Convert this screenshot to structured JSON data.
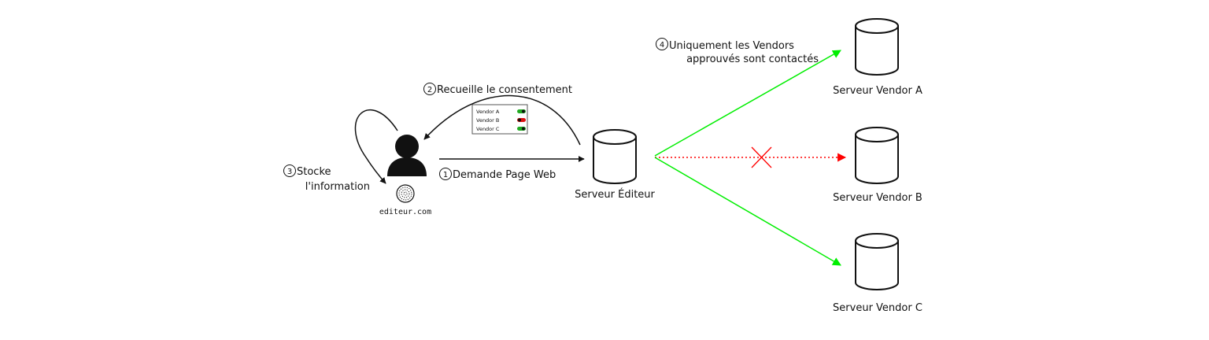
{
  "steps": {
    "step1": {
      "marker": "1",
      "label": "Demande Page Web"
    },
    "step2": {
      "marker": "2",
      "label": "Recueille le consentement"
    },
    "step3": {
      "marker": "3",
      "line1": "Stocke",
      "line2": "l'information"
    },
    "step4": {
      "marker": "4",
      "line1": "Uniquement les Vendors",
      "line2": "approuvés sont contactés"
    }
  },
  "user": {
    "domain": "editeur.com"
  },
  "publisher": {
    "label": "Serveur Éditeur"
  },
  "consent_panel": {
    "rows": [
      {
        "vendor": "Vendor A",
        "toggle": "on"
      },
      {
        "vendor": "Vendor B",
        "toggle": "off"
      },
      {
        "vendor": "Vendor C",
        "toggle": "on"
      }
    ]
  },
  "vendors": [
    {
      "label": "Serveur Vendor A",
      "status": "approved"
    },
    {
      "label": "Serveur Vendor B",
      "status": "blocked"
    },
    {
      "label": "Serveur Vendor C",
      "status": "approved"
    }
  ],
  "colors": {
    "approved": "#00ee00",
    "blocked": "#ff0000",
    "stroke": "#111111",
    "toggle_on": "#22aa22",
    "toggle_off": "#dd1111"
  }
}
